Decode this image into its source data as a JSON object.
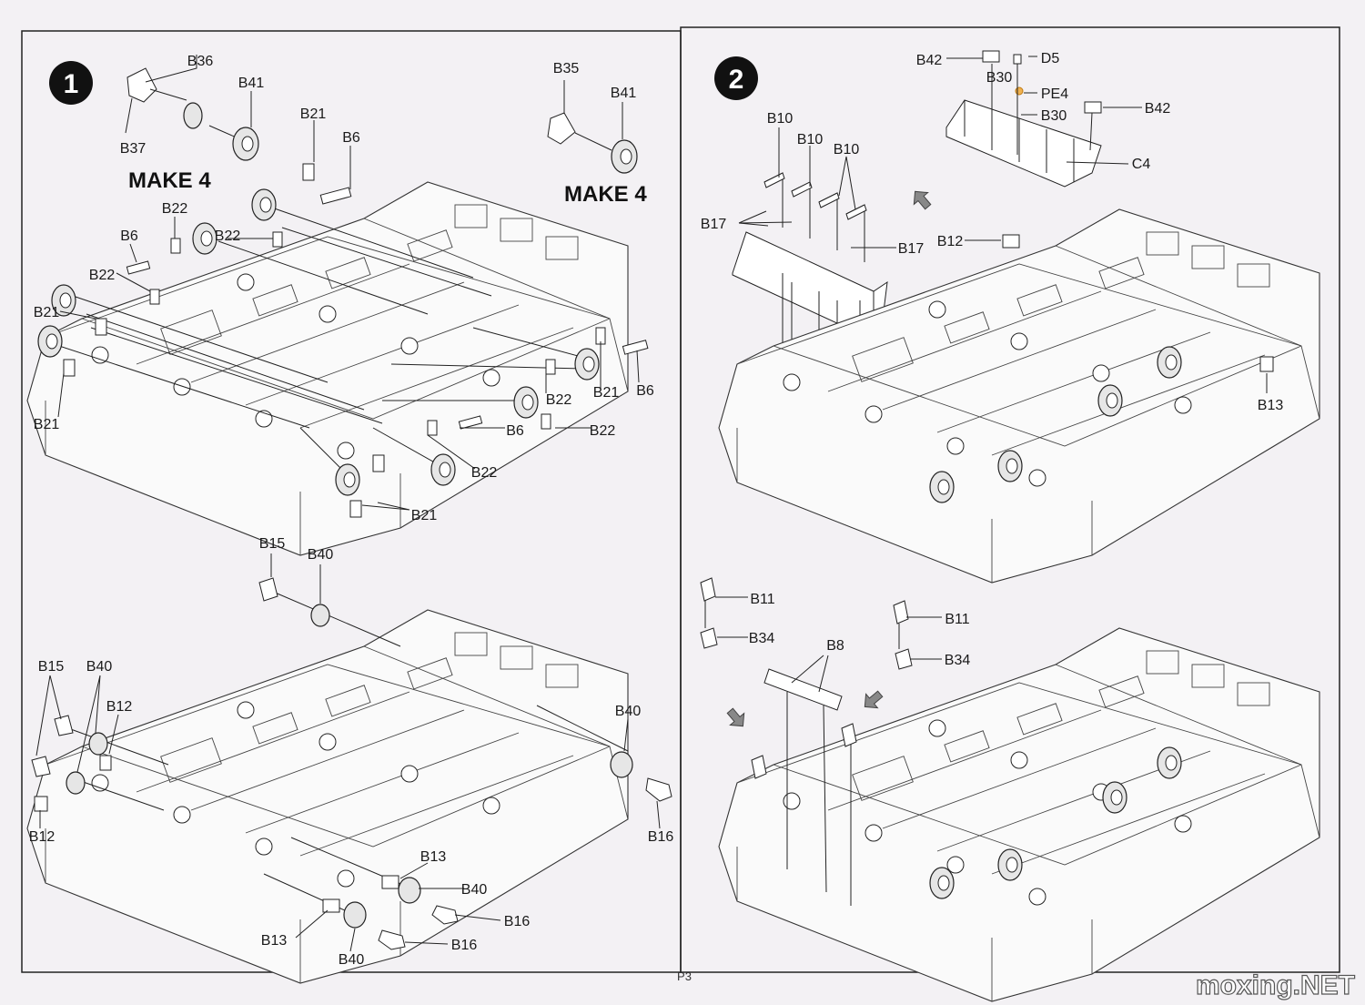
{
  "steps": [
    {
      "number": "1",
      "make_left": "MAKE 4",
      "make_right": "MAKE 4"
    },
    {
      "number": "2"
    }
  ],
  "labels": {
    "s1a": [
      "B36",
      "B41",
      "B37",
      "B35",
      "B41",
      "B21",
      "B6",
      "B22",
      "B6",
      "B22",
      "B22",
      "B21",
      "B21"
    ],
    "s1b": [
      "B22",
      "B21",
      "B6",
      "B6",
      "B22",
      "B22",
      "B21"
    ],
    "s1c": [
      "B15",
      "B40",
      "B15",
      "B40",
      "B12",
      "B40",
      "B12",
      "B16",
      "B13",
      "B40",
      "B16",
      "B13",
      "B16",
      "B40"
    ],
    "s2a": [
      "B42",
      "D5",
      "B30",
      "PE4",
      "B30",
      "B42",
      "C4",
      "B10",
      "B10",
      "B10",
      "B17",
      "B17",
      "B12",
      "B13"
    ],
    "s2b": [
      "B11",
      "B34",
      "B8",
      "B11",
      "B34"
    ]
  },
  "footer": {
    "page": "P3",
    "watermark": "moxing.NET"
  }
}
